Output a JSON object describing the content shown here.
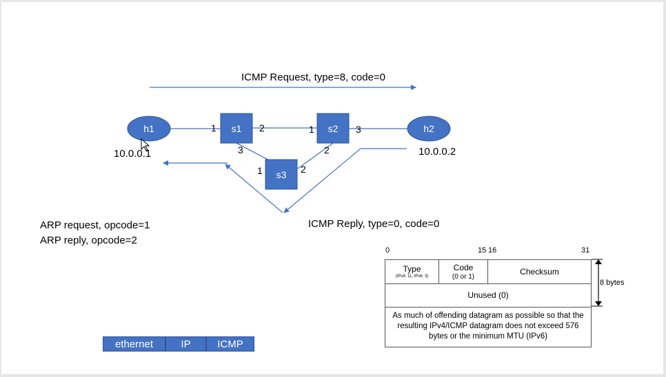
{
  "labels": {
    "icmp_request": "ICMP Request, type=8, code=0",
    "icmp_reply": "ICMP Reply, type=0, code=0",
    "arp_request": "ARP request, opcode=1",
    "arp_reply": "ARP reply, opcode=2"
  },
  "hosts": {
    "h1": {
      "name": "h1",
      "ip": "10.0.0.1"
    },
    "h2": {
      "name": "h2",
      "ip": "10.0.0.2"
    }
  },
  "switches": {
    "s1": "s1",
    "s2": "s2",
    "s3": "s3"
  },
  "ports": {
    "s1_p1": "1",
    "s1_p2": "2",
    "s1_p3": "3",
    "s2_p1": "1",
    "s2_p2": "2",
    "s2_p3": "3",
    "s3_p1": "1",
    "s3_p2": "2"
  },
  "protocol_stack": [
    "ethernet",
    "IP",
    "ICMP"
  ],
  "icmp_header": {
    "bits": {
      "b0": "0",
      "b15": "15",
      "b16": "16",
      "b31": "31"
    },
    "type": "Type",
    "type_note": "(IPv4: 11, IPv6: 3)",
    "code": "Code",
    "code_note": "(0 or 1)",
    "checksum": "Checksum",
    "unused": "Unused (0)",
    "payload": "As much of offending datagram as possible so that the resulting IPv4/ICMP datagram does not exceed 576 bytes or the minimum MTU (IPv6)",
    "size": "8 bytes"
  },
  "colors": {
    "node_fill": "#4472c4",
    "node_stroke": "#2f5597",
    "link": "#4472c4"
  }
}
